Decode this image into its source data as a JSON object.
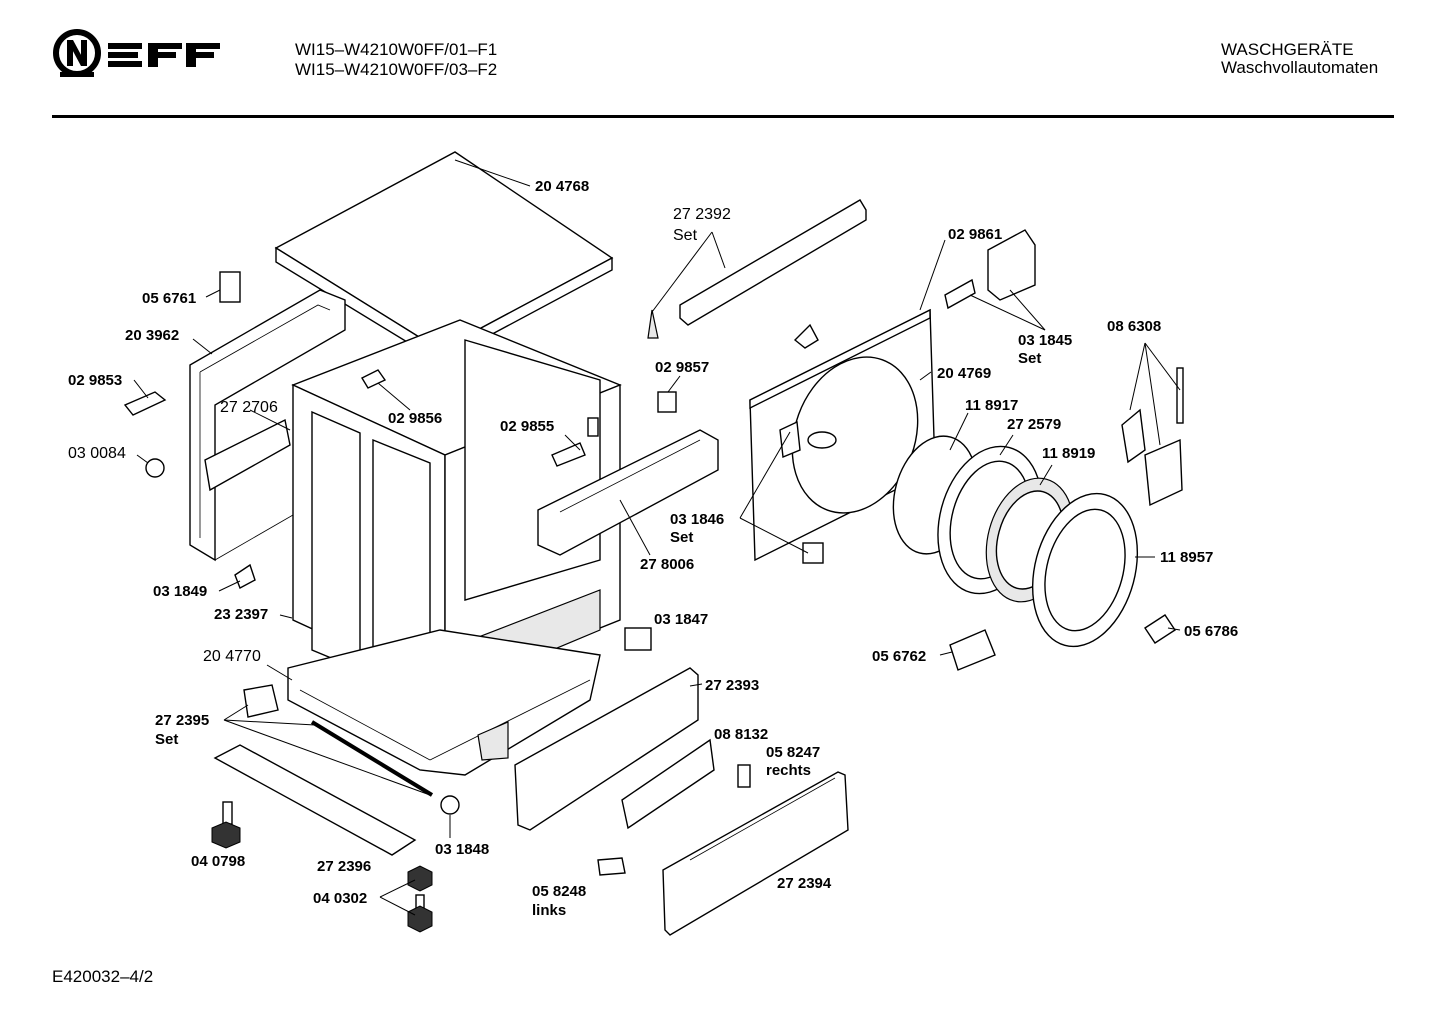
{
  "header": {
    "brand_logo": "NEFF",
    "model_line_1": "WI15–W4210W0FF/01–F1",
    "model_line_2": "WI15–W4210W0FF/03–F2",
    "category": "WASCHGERÄTE",
    "subcategory": "Waschvollautomaten"
  },
  "footer": {
    "doc_code": "E420032–4/2"
  },
  "parts": {
    "p204768": "20 4768",
    "p272392": "27 2392",
    "p272392_set": "Set",
    "p056761": "05 6761",
    "p203962": "20 3962",
    "p029853": "02 9853",
    "p272706": "27 2706",
    "p029856": "02 9856",
    "p030084": "03 0084",
    "p029857": "02 9857",
    "p029855": "02 9855",
    "p029861": "02 9861",
    "p031845": "03 1845",
    "p031845_set": "Set",
    "p086308": "08 6308",
    "p204769": "20 4769",
    "p118917": "11 8917",
    "p272579": "27 2579",
    "p118919": "11 8919",
    "p031846": "03 1846",
    "p031846_set": "Set",
    "p278006": "27 8006",
    "p118957": "11 8957",
    "p031849": "03 1849",
    "p232397": "23 2397",
    "p031847": "03 1847",
    "p056786": "05 6786",
    "p204770": "20 4770",
    "p056762": "05 6762",
    "p272393": "27 2393",
    "p272395": "27 2395",
    "p272395_set": "Set",
    "p088132": "08 8132",
    "p058247": "05 8247",
    "p058247_side": "rechts",
    "p040798": "04 0798",
    "p031848": "03 1848",
    "p272396": "27 2396",
    "p058248": "05 8248",
    "p058248_side": "links",
    "p272394": "27 2394",
    "p040302": "04 0302"
  }
}
